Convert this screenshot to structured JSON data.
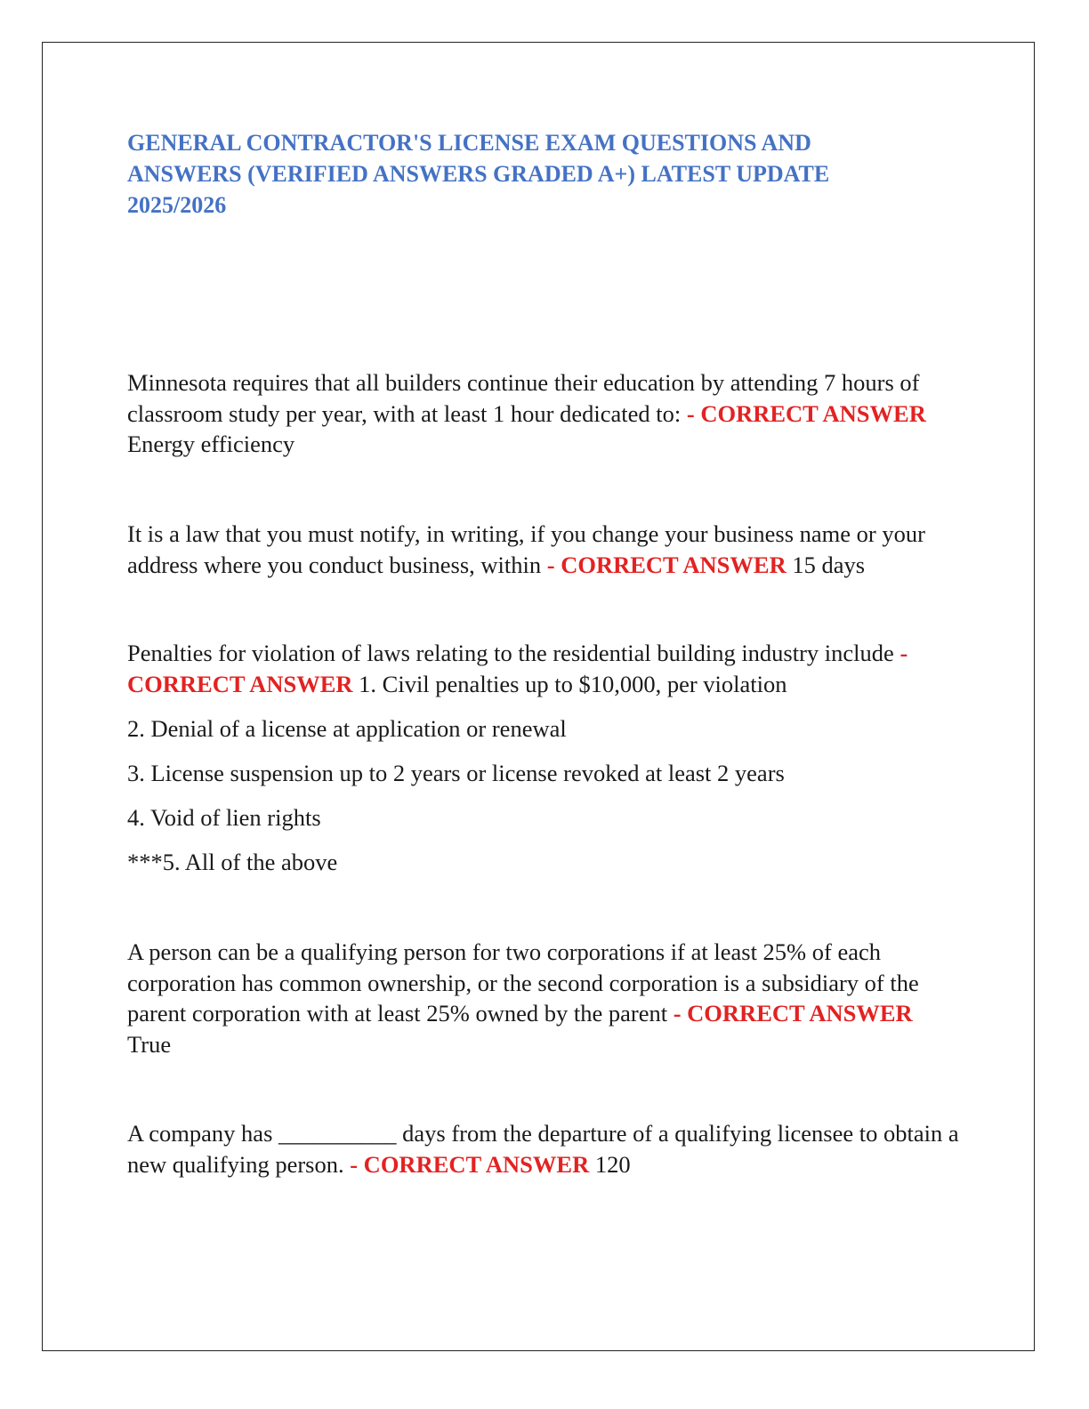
{
  "document": {
    "title": "GENERAL CONTRACTOR'S LICENSE EXAM QUESTIONS AND ANSWERS (VERIFIED ANSWERS GRADED A+) LATEST UPDATE 2025/2026",
    "answer_label": "- CORRECT ANSWER",
    "items": [
      {
        "question": "Minnesota requires that all builders continue their education by attending 7 hours of classroom study per year, with at least 1 hour dedicated to:",
        "answer": "Energy efficiency"
      },
      {
        "question": "It is a law that you must notify, in writing, if you change your business name or your address where you conduct business, within",
        "answer": "15 days"
      },
      {
        "question": "Penalties for violation of laws relating to the residential building industry include",
        "answer": "1. Civil penalties up to $10,000, per violation",
        "list": [
          "2. Denial of a license at application or renewal",
          "3. License suspension up to 2 years or license revoked at least 2 years",
          "4. Void of lien rights",
          "***5. All of the above"
        ]
      },
      {
        "question": "A person can be a qualifying person for two corporations if at least 25% of each corporation has common ownership, or the second corporation is a subsidiary of the parent corporation with at least 25% owned by the parent",
        "answer": "True"
      },
      {
        "question": "A company has __________ days from the departure of a qualifying licensee to obtain a new qualifying person.",
        "answer": "120"
      }
    ]
  },
  "colors": {
    "title": "#4472c4",
    "answer_label": "#e32222",
    "body_text": "#1a1a1a",
    "border": "#222222"
  }
}
